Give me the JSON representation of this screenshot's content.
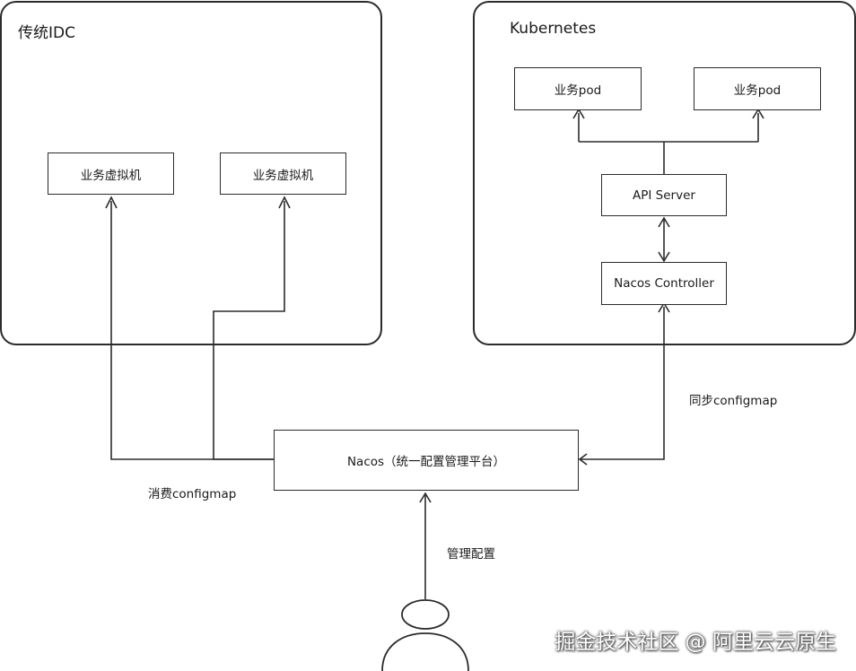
{
  "diagram": {
    "idc_group": {
      "title": "传统IDC",
      "vm_left": "业务虚拟机",
      "vm_right": "业务虚拟机"
    },
    "k8s_group": {
      "title": "Kubernetes",
      "pod_left": "业务pod",
      "pod_right": "业务pod",
      "api_server": "API Server",
      "nacos_controller": "Nacos Controller"
    },
    "nacos_platform": "Nacos（统一配置管理平台）",
    "labels": {
      "consume": "消费configmap",
      "sync": "同步configmap",
      "manage": "管理配置"
    },
    "actor_icon": "user-icon",
    "watermark": "掘金技术社区 @ 阿里云云原生"
  }
}
